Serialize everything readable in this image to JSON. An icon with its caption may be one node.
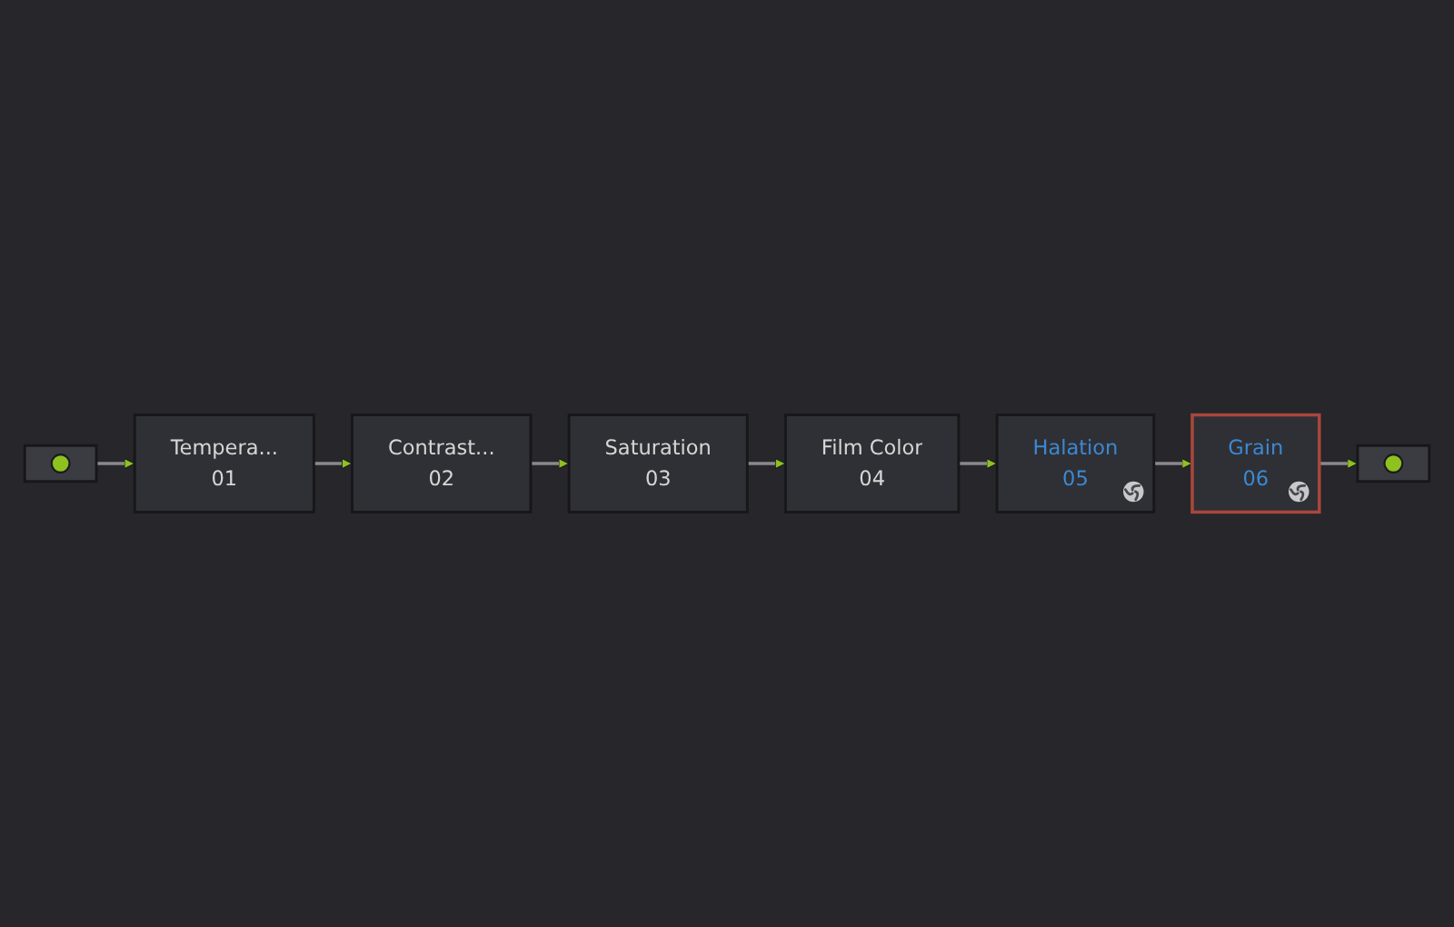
{
  "diagram": {
    "nodes": [
      {
        "text": [],
        "shape": "box"
      },
      {
        "text": [
          "Tempera...",
          "01"
        ]
      },
      {
        "text": [
          "Contrast...",
          "02"
        ]
      },
      {
        "text": [
          "Saturation",
          "03"
        ]
      },
      {
        "text": [
          "Film Color",
          "04"
        ]
      },
      {
        "text": [
          "Halation",
          "05"
        ]
      },
      {
        "text": [
          "Grain",
          "06"
        ]
      },
      {
        "text": [],
        "shape": "box"
      }
    ],
    "edges": [
      {
        "from": 0,
        "to": 1,
        "arrow": "to"
      },
      {
        "from": 1,
        "to": 2,
        "arrow": "to"
      },
      {
        "from": 2,
        "to": 3,
        "arrow": "to"
      },
      {
        "from": 3,
        "to": 4,
        "arrow": "to"
      },
      {
        "from": 4,
        "to": 5,
        "arrow": "to"
      },
      {
        "from": 5,
        "to": 6,
        "arrow": "to"
      },
      {
        "from": 6,
        "to": 7,
        "arrow": "to"
      }
    ]
  }
}
